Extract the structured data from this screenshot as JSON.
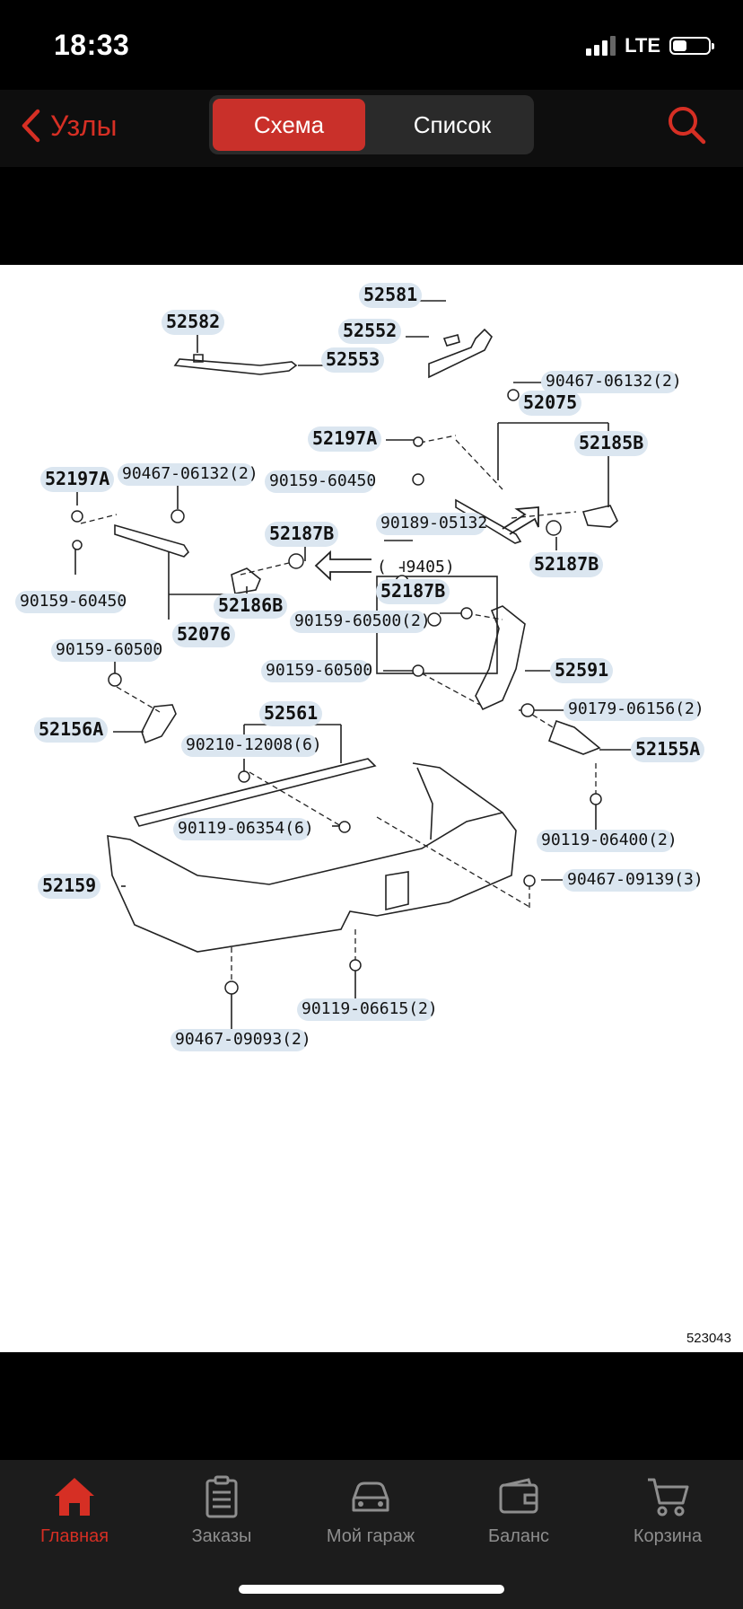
{
  "status": {
    "time": "18:33",
    "network": "LTE",
    "battery_level": 0.4
  },
  "header": {
    "back_label": "Узлы",
    "segments": {
      "active": "Схема",
      "inactive": "Список"
    }
  },
  "diagram": {
    "code": "523043",
    "bracket_note": "(  -9405)",
    "labels": {
      "p52581": "52581",
      "p52552": "52552",
      "p52582": "52582",
      "p52553": "52553",
      "p90467_06132_2a": "90467-06132(2)",
      "p52075": "52075",
      "p52197a_1": "52197A",
      "p52185b": "52185B",
      "p90159_60450_a": "90159-60450",
      "p52197a_2": "52197A",
      "p90467_06132_2b": "90467-06132(2)",
      "p90189_05132": "90189-05132",
      "p52187b_1": "52187B",
      "p52187b_2": "52187B",
      "p52187b_3": "52187B",
      "p90159_60450_b": "90159-60450",
      "p52186b": "52186B",
      "p90159_60500_2": "90159-60500(2)",
      "p52076": "52076",
      "p90159_60500_a": "90159-60500",
      "p90159_60500_b": "90159-60500",
      "p52591": "52591",
      "p52156a": "52156A",
      "p52561": "52561",
      "p90179_06156": "90179-06156(2)",
      "p90210_12008": "90210-12008(6)",
      "p52155a": "52155A",
      "p90119_06354": "90119-06354(6)",
      "p90119_06400": "90119-06400(2)",
      "p52159": "52159",
      "p90467_09139": "90467-09139(3)",
      "p90119_06615": "90119-06615(2)",
      "p90467_09093": "90467-09093(2)"
    }
  },
  "tabs": [
    {
      "label": "Главная",
      "icon": "home-icon",
      "active": true
    },
    {
      "label": "Заказы",
      "icon": "orders-icon",
      "active": false
    },
    {
      "label": "Мой гараж",
      "icon": "car-icon",
      "active": false
    },
    {
      "label": "Баланс",
      "icon": "wallet-icon",
      "active": false
    },
    {
      "label": "Корзина",
      "icon": "cart-icon",
      "active": false
    }
  ],
  "colors": {
    "accent": "#c9302a",
    "label_bg": "#dbe6f0"
  }
}
